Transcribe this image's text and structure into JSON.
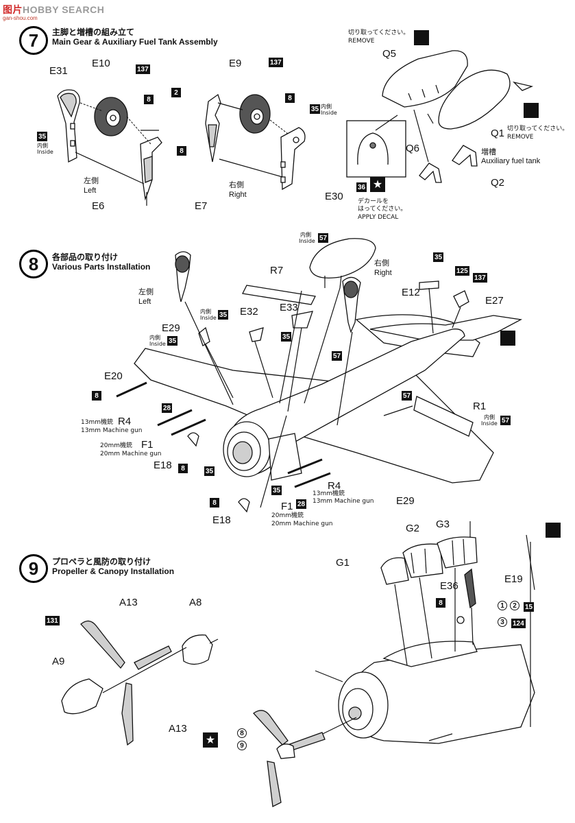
{
  "watermark": {
    "brand_a": "图片",
    "brand_b": "HOBBY SEARCH",
    "url": "gan-shou.com"
  },
  "step7": {
    "number": "7",
    "title_jp": "主脚と増槽の組み立て",
    "title_en": "Main Gear & Auxiliary Fuel Tank Assembly",
    "labels": {
      "E31": "E31",
      "E10": "E10",
      "E9": "E9",
      "E6": "E6",
      "E7": "E7",
      "E30": "E30",
      "Q5": "Q5",
      "Q1": "Q1",
      "Q6": "Q6",
      "Q2": "Q2",
      "left_jp": "左側",
      "left_en": "Left",
      "right_jp": "右側",
      "right_en": "Right",
      "inside_jp": "内側",
      "inside_en": "Inside",
      "cut_jp": "切り取ってください。",
      "cut_en": "REMOVE",
      "tank_jp": "増槽",
      "tank_en": "Auxiliary fuel tank",
      "decal_jp1": "デカールを",
      "decal_jp2": "はってください。",
      "decal_en": "APPLY DECAL"
    },
    "colors": {
      "c137": "137",
      "c8": "8",
      "c2": "2",
      "c35": "35",
      "c36": "36"
    }
  },
  "step8": {
    "number": "8",
    "title_jp": "各部品の取り付け",
    "title_en": "Various Parts Installation",
    "labels": {
      "R7": "R7",
      "E12": "E12",
      "E27": "E27",
      "E32": "E32",
      "E33": "E33",
      "E29": "E29",
      "E20": "E20",
      "R4": "R4",
      "F1": "F1",
      "E18": "E18",
      "R1": "R1",
      "left_jp": "左側",
      "left_en": "Left",
      "right_jp": "右側",
      "right_en": "Right",
      "inside_jp": "内側",
      "inside_en": "Inside",
      "mg13_jp": "13mm機銃",
      "mg13_en": "13mm Machine gun",
      "mg20_jp": "20mm機銃",
      "mg20_en": "20mm Machine gun"
    },
    "colors": {
      "c57": "57",
      "c35": "35",
      "c125": "125",
      "c137": "137",
      "c8": "8",
      "c28": "28"
    }
  },
  "step9": {
    "number": "9",
    "title_jp": "プロペラと風防の取り付け",
    "title_en": "Propeller & Canopy Installation",
    "labels": {
      "A13": "A13",
      "A8": "A8",
      "A9": "A9",
      "G1": "G1",
      "G2": "G2",
      "G3": "G3",
      "E36": "E36",
      "E19": "E19"
    },
    "colors": {
      "c131": "131",
      "c8": "8",
      "c9": "9",
      "c15": "15",
      "c124": "124",
      "n1": "1",
      "n2": "2",
      "n3": "3"
    }
  }
}
